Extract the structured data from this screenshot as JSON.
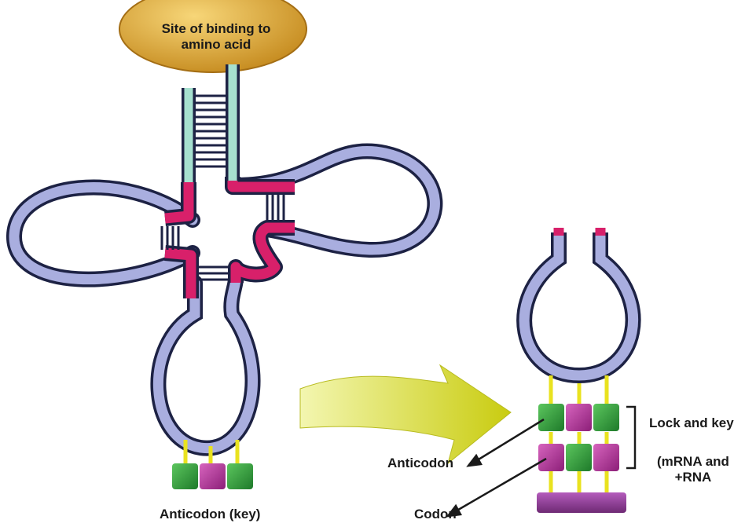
{
  "labels": {
    "site_line1": "Site of binding to",
    "site_line2": "amino acid",
    "anticodon_key": "Anticodon (key)",
    "anticodon": "Anticodon",
    "codon": "Codon",
    "lock_and_key": "Lock and key",
    "mrna_line1": "(mRNA and",
    "mrna_line2": "+RNA"
  },
  "colors": {
    "strand_body": "#a9aedf",
    "strand_outline": "#1d2244",
    "pink_segment": "#d8206a",
    "teal_stem": "#a6e0cf",
    "acceptor_cap": "#e8b544",
    "base_green": "#2f9e3a",
    "base_magenta": "#b5319a",
    "connector_yellow": "#e9e21f",
    "arrow_yellow": "#d9dc3a",
    "codon_bar": "#8e3a94"
  }
}
